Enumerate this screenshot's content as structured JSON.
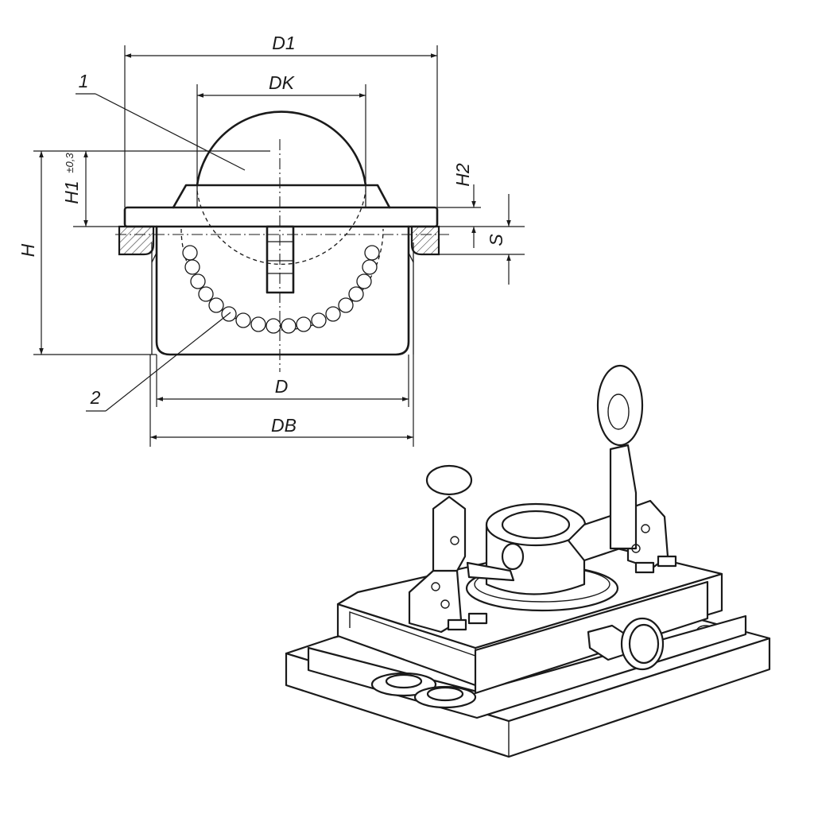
{
  "drawing": {
    "dimensions": {
      "d1": "D1",
      "dk": "DK",
      "h": "H",
      "h1": "H1",
      "h1_tolerance": "±0,3",
      "h2": "H2",
      "s": "S",
      "d": "D",
      "db": "DB"
    },
    "callouts": {
      "ball": "1",
      "bearing_balls": "2"
    }
  }
}
